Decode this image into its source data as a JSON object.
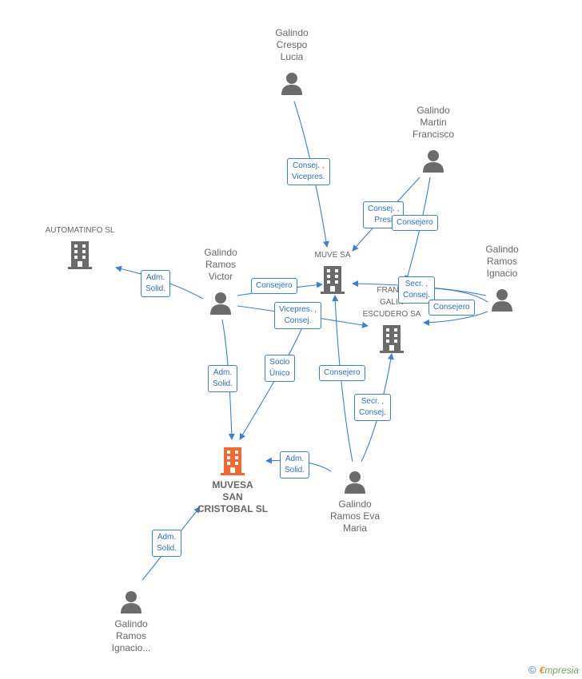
{
  "colors": {
    "edge": "#3a80d6",
    "icon": "#6b6b6b",
    "highlight": "#f26a32"
  },
  "nodes": {
    "galindo_crespo_lucia": {
      "label": "Galindo\nCrespo\nLucia",
      "icon": "person-icon"
    },
    "galindo_martin_francisco": {
      "label": "Galindo\nMartin\nFrancisco",
      "icon": "person-icon"
    },
    "automatinfo_sl": {
      "label": "AUTOMATINFO SL",
      "icon": "building-icon"
    },
    "galindo_ramos_victor": {
      "label": "Galindo\nRamos\nVictor",
      "icon": "person-icon"
    },
    "muve_sa": {
      "label": "MUVE SA",
      "icon": "building-icon"
    },
    "galindo_ramos_ignacio": {
      "label": "Galindo\nRamos\nIgnacio",
      "icon": "person-icon"
    },
    "francisco_galindo_escudero_sa": {
      "label": "FRANCI\nGALIN\nESCUDERO SA",
      "icon": "building-icon"
    },
    "muvesa_san_cristobal_sl": {
      "label": "MUVESA\nSAN\nCRISTOBAL SL",
      "icon": "building-icon"
    },
    "galindo_ramos_eva_maria": {
      "label": "Galindo\nRamos Eva\nMaria",
      "icon": "person-icon"
    },
    "galindo_ramos_ignacio_2": {
      "label": "Galindo\nRamos\nIgnacio...",
      "icon": "person-icon"
    }
  },
  "edges": [
    {
      "label": "Consej. ,\nVicepres."
    },
    {
      "label": "Consej. ,\nPresi"
    },
    {
      "label": "Consejero"
    },
    {
      "label": "Adm.\nSolid."
    },
    {
      "label": "Consejero"
    },
    {
      "label": "Vicepres. ,\nConsej."
    },
    {
      "label": "Adm.\nSolid."
    },
    {
      "label": "Socio\nÚnico"
    },
    {
      "label": "Secr. ,\nConsej."
    },
    {
      "label": "Consejero"
    },
    {
      "label": "Consejero"
    },
    {
      "label": "Secr. ,\nConsej."
    },
    {
      "label": "Adm.\nSolid."
    },
    {
      "label": "Adm.\nSolid."
    }
  ],
  "footer": {
    "copyright": "©",
    "brand_e": "€",
    "brand_rest": "mpresia"
  }
}
